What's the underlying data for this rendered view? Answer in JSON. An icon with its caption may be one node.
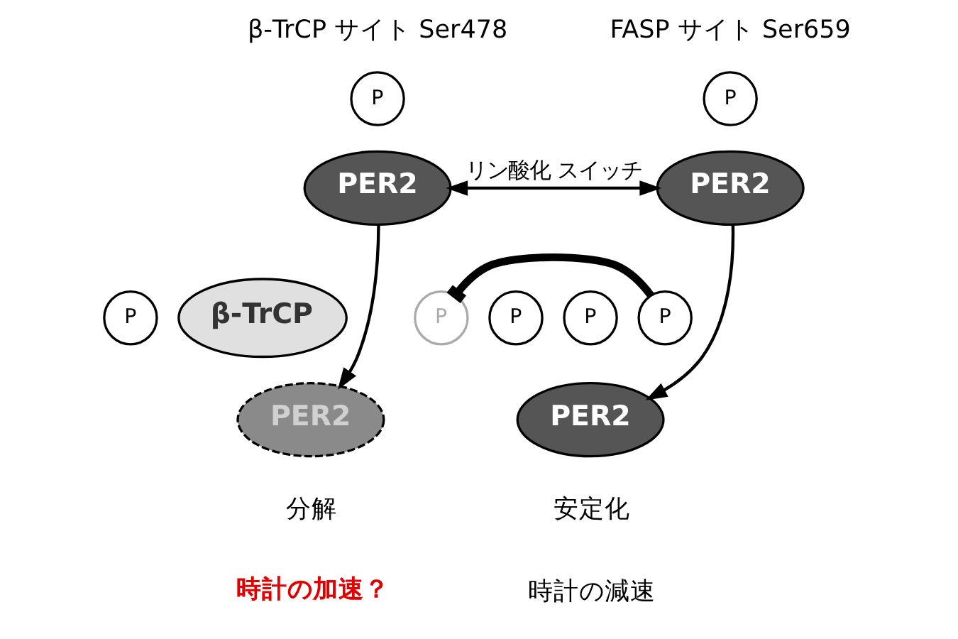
{
  "diagram": {
    "nodes": [
      {
        "text": [
          "PER2"
        ]
      },
      {
        "text": [
          "P"
        ]
      },
      {
        "text": [
          "PER2"
        ]
      },
      {
        "text": [
          "P"
        ]
      },
      {
        "text": [
          "β-TrCP"
        ]
      },
      {
        "text": [
          "P"
        ]
      },
      {
        "text": [
          "PER2"
        ],
        "beside": [
          "分解",
          "時計の加速？"
        ]
      },
      {
        "text": [
          "P"
        ]
      },
      {
        "text": [
          "P"
        ]
      },
      {
        "text": [
          "P"
        ]
      },
      {
        "text": [
          "P"
        ]
      },
      {
        "text": [
          "PER2"
        ],
        "beside": [
          "安定化",
          "時計の減速"
        ]
      }
    ],
    "edges": [
      {
        "from": 0,
        "to": 2,
        "arrow": "both",
        "label": "リン酸化 スイッチ"
      },
      {
        "from": 0,
        "to": 6,
        "arrow": "to"
      },
      {
        "from": 2,
        "to": 11,
        "arrow": "to"
      },
      {
        "from": 10,
        "to": 7,
        "arrow": "other",
        "style": "thick"
      }
    ],
    "labels": [
      "β-TrCP サイト Ser478",
      "FASP サイト Ser659"
    ]
  }
}
